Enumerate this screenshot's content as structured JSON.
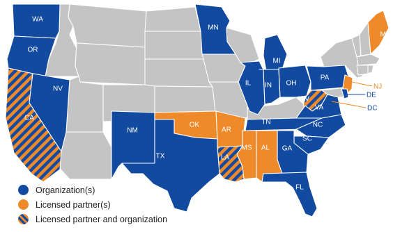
{
  "colors": {
    "organization": "#124aa0",
    "partner": "#ef8a2a",
    "none": "#c4c4c4",
    "border": "#ffffff"
  },
  "states": {
    "WA": {
      "label": "WA",
      "status": "organization"
    },
    "OR": {
      "label": "OR",
      "status": "organization"
    },
    "CA": {
      "label": "CA",
      "status": "both"
    },
    "NV": {
      "label": "NV",
      "status": "organization"
    },
    "MN": {
      "label": "MN",
      "status": "organization"
    },
    "MI": {
      "label": "MI",
      "status": "organization"
    },
    "IL": {
      "label": "IL",
      "status": "organization"
    },
    "IN": {
      "label": "IN",
      "status": "organization"
    },
    "OH": {
      "label": "OH",
      "status": "organization"
    },
    "PA": {
      "label": "PA",
      "status": "organization"
    },
    "NJ": {
      "label": "NJ",
      "status": "partner"
    },
    "DE": {
      "label": "DE",
      "status": "organization"
    },
    "DC": {
      "label": "DC",
      "status": "partner"
    },
    "WV": {
      "label": "WV",
      "status": "both"
    },
    "VA": {
      "label": "VA",
      "status": "organization"
    },
    "NM": {
      "label": "NM",
      "status": "organization"
    },
    "OK": {
      "label": "OK",
      "status": "partner"
    },
    "AR": {
      "label": "AR",
      "status": "partner"
    },
    "TN": {
      "label": "TN",
      "status": "organization"
    },
    "NC": {
      "label": "NC",
      "status": "organization"
    },
    "SC": {
      "label": "SC",
      "status": "organization"
    },
    "GA": {
      "label": "GA",
      "status": "organization"
    },
    "AL": {
      "label": "AL",
      "status": "partner"
    },
    "MS": {
      "label": "MS",
      "status": "partner"
    },
    "LA": {
      "label": "LA",
      "status": "both"
    },
    "TX": {
      "label": "TX",
      "status": "organization"
    },
    "FL": {
      "label": "FL",
      "status": "organization"
    },
    "ME": {
      "label": "ME",
      "status": "partner"
    }
  },
  "legend": [
    {
      "label": "Organization(s)",
      "status": "organization"
    },
    {
      "label": "Licensed partner(s)",
      "status": "partner"
    },
    {
      "label": "Licensed partner and organization",
      "status": "both"
    }
  ]
}
